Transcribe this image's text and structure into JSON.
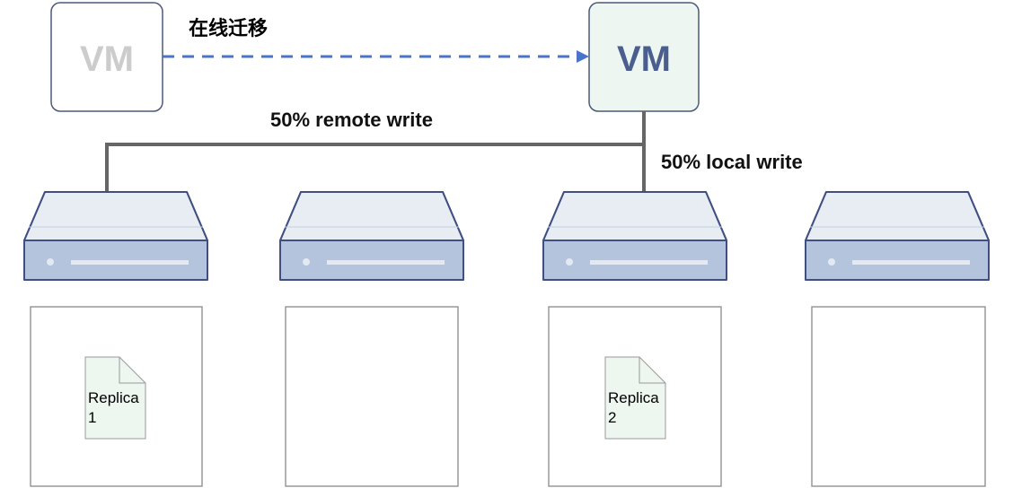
{
  "vm_source": {
    "label": "VM",
    "text_color": "#cccccc",
    "fill": "#ffffff",
    "border": "#4a5a7a"
  },
  "vm_target": {
    "label": "VM",
    "text_color": "#4a5f8e",
    "fill": "#eef6f2",
    "border": "#4a5a7a"
  },
  "migration": {
    "label": "在线迁移",
    "line_color": "#4a74c9"
  },
  "remote_write": {
    "label": "50% remote write"
  },
  "local_write": {
    "label": "50% local write"
  },
  "connector_color": "#666666",
  "server_colors": {
    "top": "#e8edf4",
    "front": "#b4c4dc",
    "border": "#3f4f82",
    "accent": "#e3e9f2"
  },
  "replicas": [
    {
      "line1": "Replica",
      "line2": "1"
    },
    {
      "line1": "Replica",
      "line2": "2"
    }
  ],
  "replica_fill": "#eef6f0",
  "storage_border": "#999999"
}
